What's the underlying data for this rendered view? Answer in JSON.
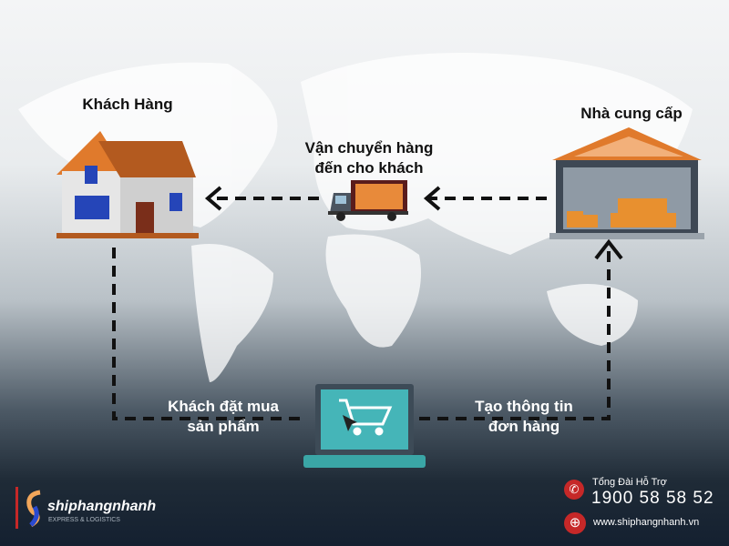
{
  "nodes": {
    "customer": "Khách Hàng",
    "supplier": "Nhà cung cấp",
    "shipping": [
      "Vận chuyển hàng",
      "đến cho khách"
    ],
    "order": [
      "Khách đặt mua",
      "sản phẩm"
    ],
    "create_order": [
      "Tạo thông tin",
      "đơn hàng"
    ]
  },
  "footer": {
    "brand": "shiphangnhanh",
    "tagline": "EXPRESS & LOGISTICS",
    "hotline_label": "Tổng Đài Hỗ Trợ",
    "hotline": "1900 58 58 52",
    "website": "www.shiphangnhanh.vn"
  },
  "colors": {
    "accent": "#c62828",
    "dash": "#111111",
    "laptop": "#3aa6a6",
    "roof": "#b35a1f"
  }
}
